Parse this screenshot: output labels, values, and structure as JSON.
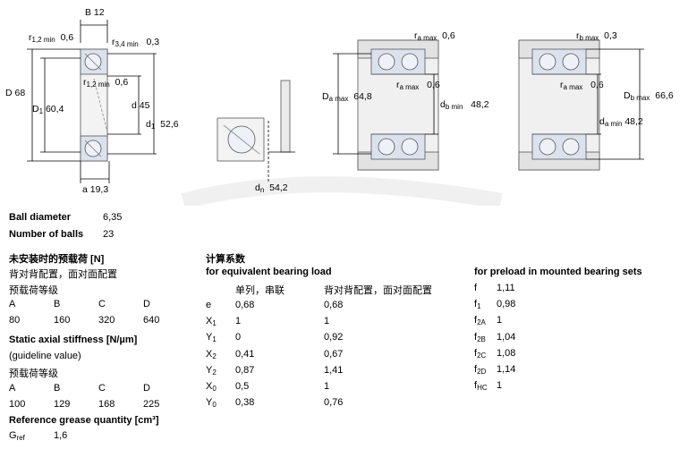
{
  "drawing1": {
    "b": "B 12",
    "r12_top_label": "r",
    "r12_top_sub": "1,2 min",
    "r12_top_val": "0,6",
    "r34_label": "r",
    "r34_sub": "3,4 min",
    "r34_val": "0,3",
    "r12_inner_label": "r",
    "r12_inner_sub": "1,2 min",
    "r12_inner_val": "0,6",
    "D": "D 68",
    "D1_label": "D",
    "D1_sub": "1",
    "D1_val": "60,4",
    "d": "d 45",
    "d1_label": "d",
    "d1_sub": "1",
    "d1_val": "52,6",
    "a": "a 19,3"
  },
  "drawing2": {
    "dn_label": "d",
    "dn_sub": "n",
    "dn_val": "54,2"
  },
  "drawing3": {
    "ra_top_label": "r",
    "ra_top_sub": "a max",
    "ra_top_val": "0,6",
    "ra_mid_label": "r",
    "ra_mid_sub": "a max",
    "ra_mid_val": "0,6",
    "Da_label": "D",
    "Da_sub": "a max",
    "Da_val": "64,8",
    "db_label": "d",
    "db_sub": "b min",
    "db_val": "48,2"
  },
  "drawing4": {
    "rb_label": "r",
    "rb_sub": "b max",
    "rb_val": "0,3",
    "ra_label": "r",
    "ra_sub": "a max",
    "ra_val": "0,6",
    "Db_label": "D",
    "Db_sub": "b max",
    "Db_val": "66,6",
    "da_label": "d",
    "da_sub": "a min",
    "da_val": "48,2"
  },
  "ball": {
    "diameter_label": "Ball diameter",
    "diameter_value": "6,35",
    "count_label": "Number of balls",
    "count_value": "23"
  },
  "preload": {
    "title": "未安装时的预载荷 [N]",
    "subtitle": "背对背配置，面对面配置",
    "class_label": "预载荷等级",
    "classes": [
      "A",
      "B",
      "C",
      "D"
    ],
    "values": [
      "80",
      "160",
      "320",
      "640"
    ]
  },
  "stiffness": {
    "title": "Static axial stiffness [N/µm]",
    "note": "(guideline value)",
    "class_label": "预载荷等级",
    "classes": [
      "A",
      "B",
      "C",
      "D"
    ],
    "values": [
      "100",
      "129",
      "168",
      "225"
    ]
  },
  "grease": {
    "title": "Reference grease quantity [cm³]",
    "g_label": "G",
    "g_sub": "ref",
    "g_value": "1,6"
  },
  "factors": {
    "title": "计算系数",
    "equiv_title": "for equivalent bearing load",
    "col_single": "单列，串联",
    "col_pair": "背对背配置，面对面配置",
    "rows": [
      {
        "sym": "e",
        "sub": "",
        "single": "0,68",
        "pair": "0,68"
      },
      {
        "sym": "X",
        "sub": "1",
        "single": "1",
        "pair": "1"
      },
      {
        "sym": "Y",
        "sub": "1",
        "single": "0",
        "pair": "0,92"
      },
      {
        "sym": "X",
        "sub": "2",
        "single": "0,41",
        "pair": "0,67"
      },
      {
        "sym": "Y",
        "sub": "2",
        "single": "0,87",
        "pair": "1,41"
      },
      {
        "sym": "X",
        "sub": "0",
        "single": "0,5",
        "pair": "1"
      },
      {
        "sym": "Y",
        "sub": "0",
        "single": "0,38",
        "pair": "0,76"
      }
    ],
    "preload_title": "for preload in mounted bearing sets",
    "preload_rows": [
      {
        "sym": "f",
        "sub": "",
        "val": "1,11"
      },
      {
        "sym": "f",
        "sub": "1",
        "val": "0,98"
      },
      {
        "sym": "f",
        "sub": "2A",
        "val": "1"
      },
      {
        "sym": "f",
        "sub": "2B",
        "val": "1,04"
      },
      {
        "sym": "f",
        "sub": "2C",
        "val": "1,08"
      },
      {
        "sym": "f",
        "sub": "2D",
        "val": "1,14"
      },
      {
        "sym": "f",
        "sub": "HC",
        "val": "1"
      }
    ]
  }
}
